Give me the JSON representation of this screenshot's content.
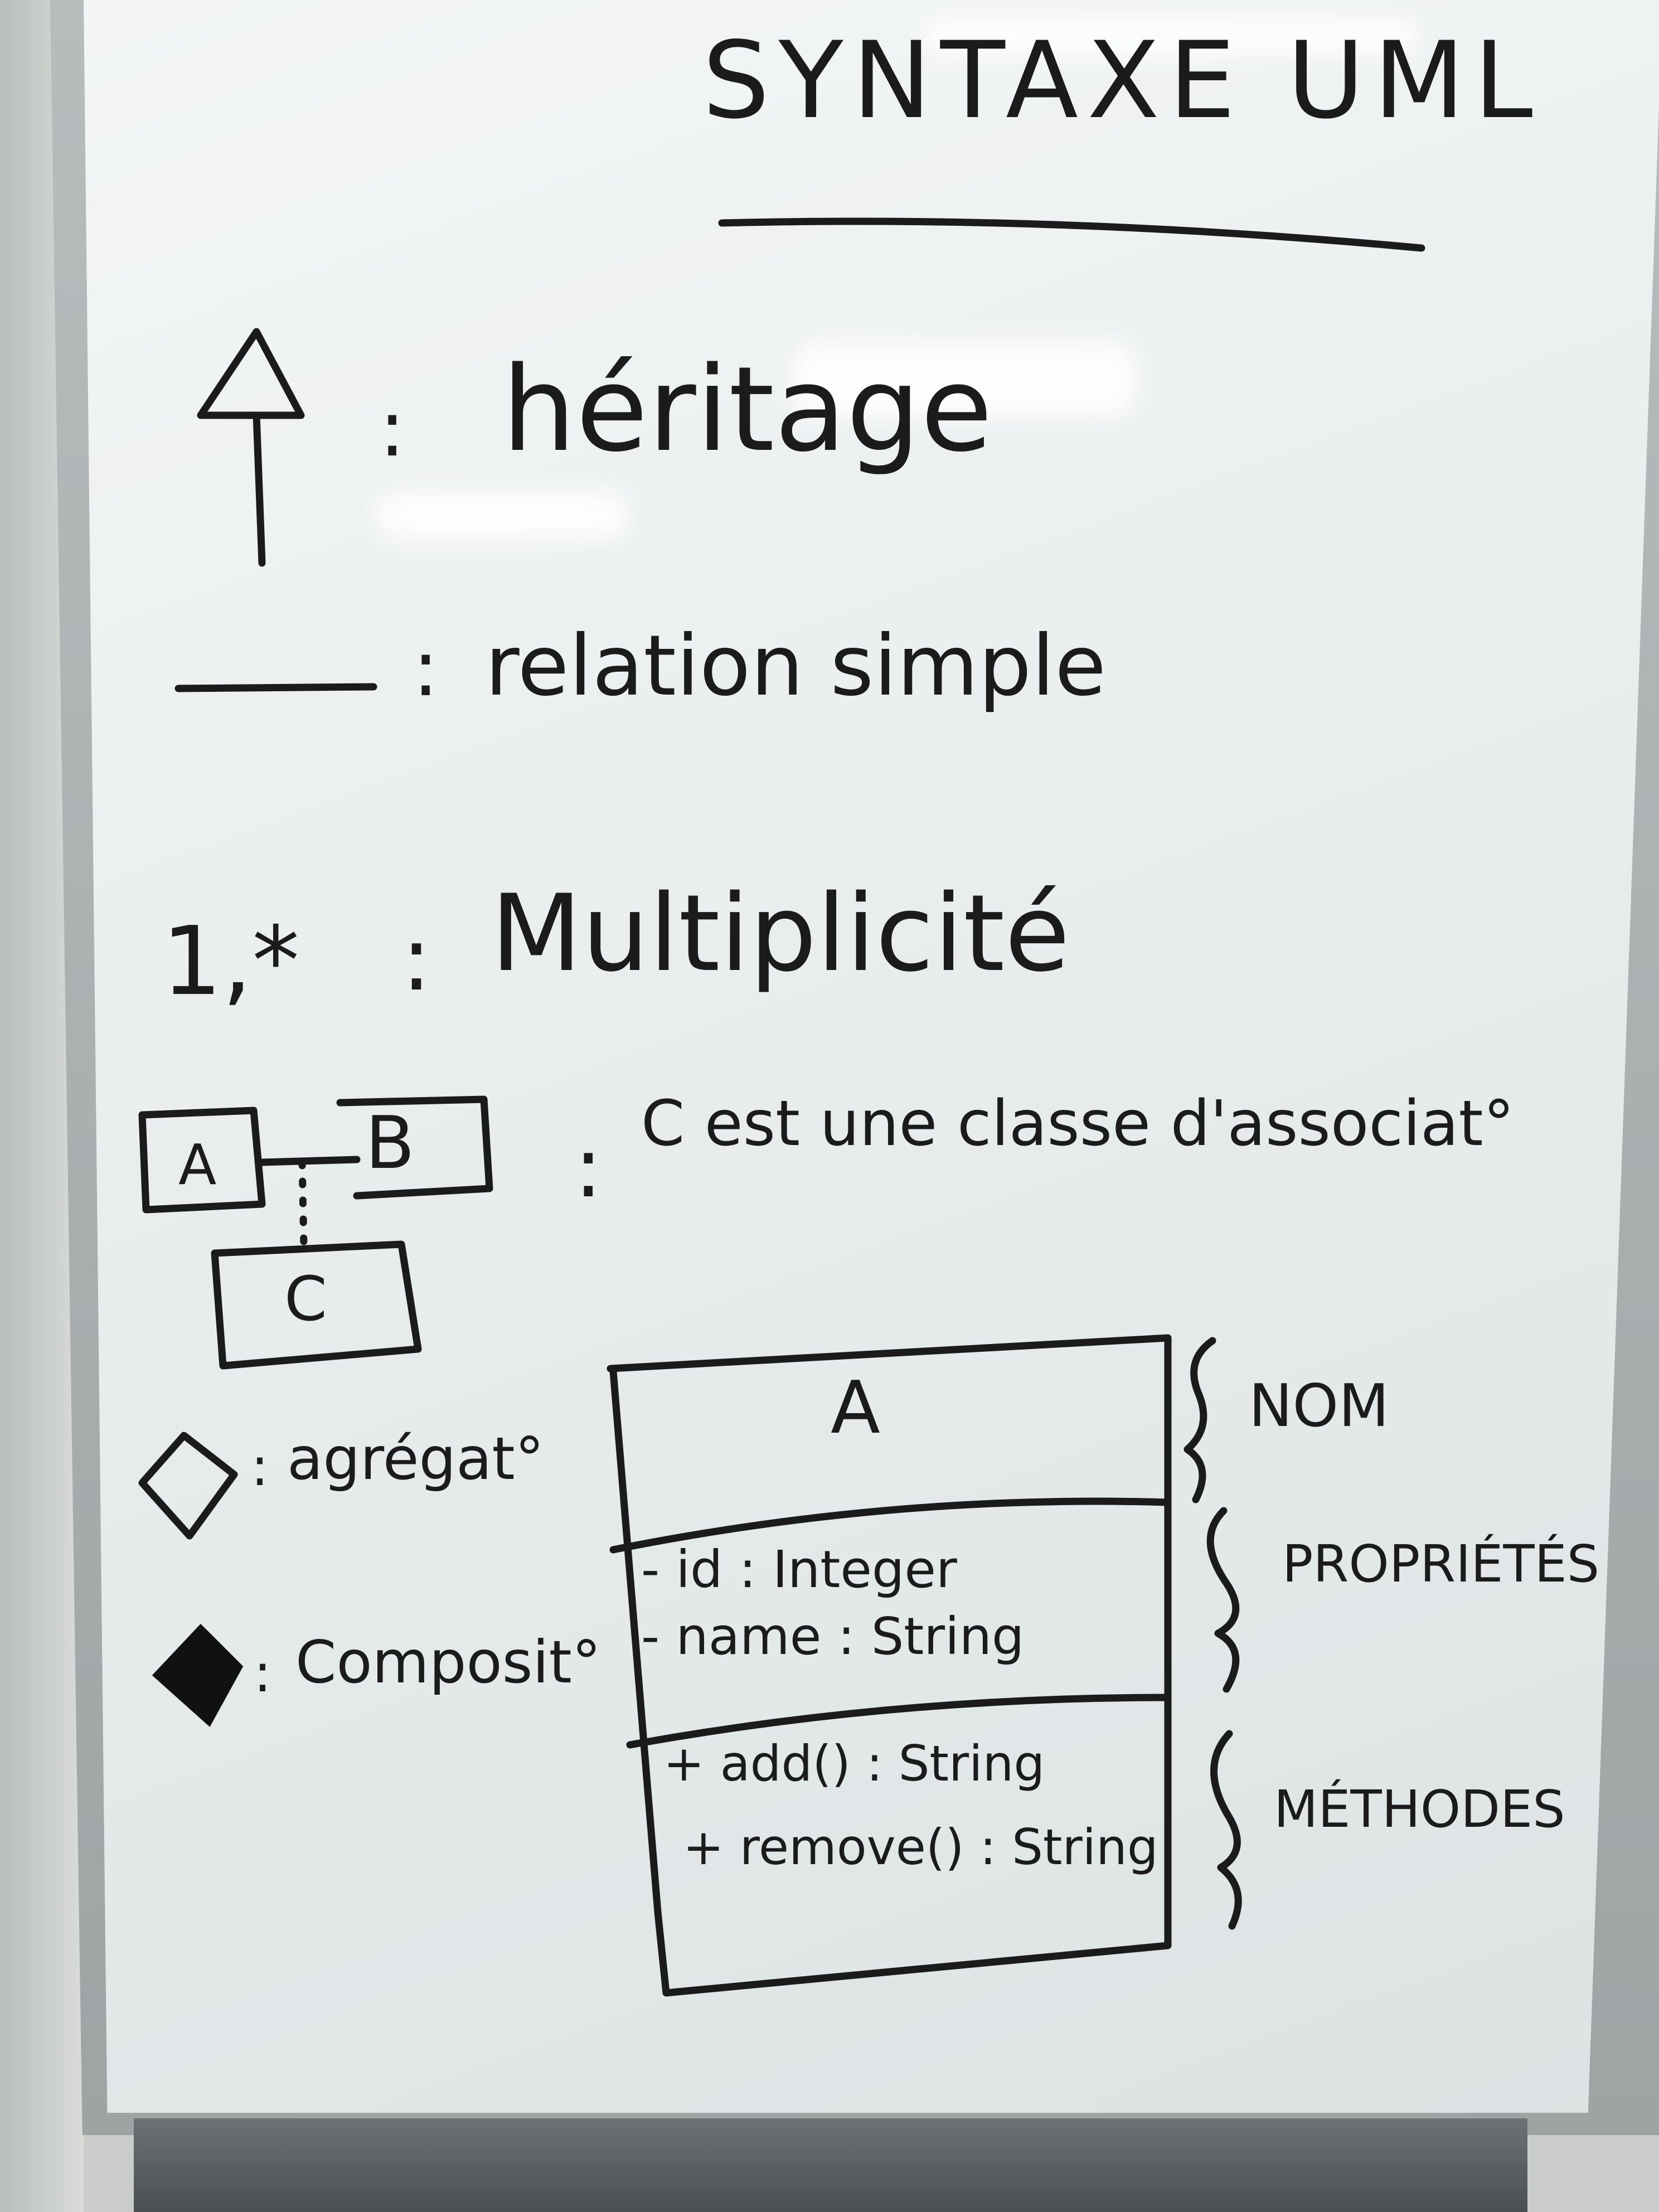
{
  "title": "SYNTAXE UML",
  "legend": {
    "inheritance": {
      "symbol_sep": ":",
      "label": "héritage"
    },
    "simple_relation": {
      "symbol_sep": ":",
      "label": "relation simple"
    },
    "multiplicity": {
      "symbol": "1,*",
      "symbol_sep": ":",
      "label": "Multiplicité"
    },
    "association_class": {
      "box_a": "A",
      "box_b": "B",
      "box_c": "C",
      "symbol_sep": ":",
      "label": "C est une classe d'associat°"
    },
    "aggregation": {
      "symbol_sep": ":",
      "label": "agrégat°"
    },
    "composition": {
      "symbol_sep": ":",
      "label": "Composit°"
    }
  },
  "class_diagram": {
    "name": "A",
    "properties": [
      "- id : Integer",
      "- name : String"
    ],
    "methods": [
      "+ add() : String",
      "+ remove() : String"
    ],
    "annotations": {
      "name": "NOM",
      "properties": "PROPRIÉTÉS",
      "methods": "MÉTHODES"
    }
  },
  "colors": {
    "ink": "#1b1b1b",
    "board": "#eef1f1",
    "frame": "#a9aeaf"
  }
}
